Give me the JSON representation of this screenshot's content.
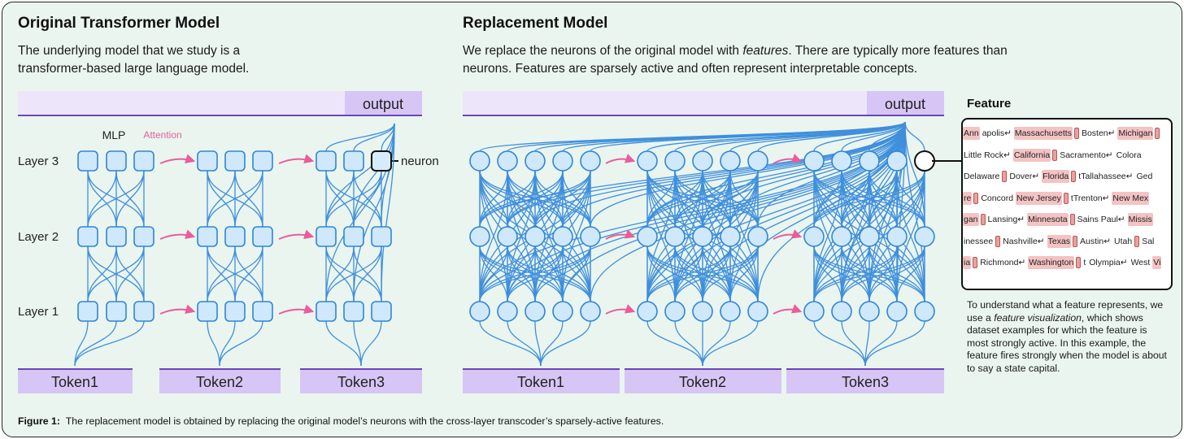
{
  "left": {
    "title": "Original Transformer Model",
    "description": "The underlying model that we study is a transformer-based large language model.",
    "output_label": "output",
    "mlp_label": "MLP",
    "attention_label": "Attention",
    "neuron_label": "neuron",
    "layers": [
      "Layer 3",
      "Layer 2",
      "Layer 1"
    ],
    "tokens": [
      "Token1",
      "Token2",
      "Token3"
    ]
  },
  "right": {
    "title": "Replacement Model",
    "description_part1": "We replace the neurons of the original model with ",
    "description_em": "features",
    "description_part2": ". There are typically more features than neurons. Features are sparsely active and often represent interpretable concepts.",
    "output_label": "output",
    "tokens": [
      "Token1",
      "Token2",
      "Token3"
    ]
  },
  "feature": {
    "title": "Feature",
    "rows": [
      [
        "Ann",
        "apolis↵",
        "Massachusetts",
        "|",
        "Bosten↵",
        "Michigan",
        "|"
      ],
      [
        "Little Rock↵",
        "California",
        "|",
        "Sacramento↵",
        "Colora"
      ],
      [
        "Delaware",
        "|",
        "Dover↵",
        "Florida",
        "|",
        "tTallahassee↵",
        "Ged"
      ],
      [
        "re",
        "|",
        "Concord",
        "New Jersey",
        "|",
        "tTrenton↵",
        "New Mex"
      ],
      [
        "gan",
        "|",
        "Lansing↵",
        "Minnesota",
        "|",
        "Sains Paul↵",
        "Missis"
      ],
      [
        "inessee",
        "|",
        "Nashville↵",
        "Texas",
        "|",
        "Austin↵",
        "Utah",
        "|",
        "Sal"
      ],
      [
        "ia",
        "|",
        "Richmond↵",
        "Washington",
        "|",
        "t",
        "Olympia↵",
        "West",
        "Vi"
      ]
    ],
    "highlighted": [
      [
        true,
        false,
        true,
        true,
        false,
        true,
        true
      ],
      [
        false,
        true,
        true,
        false,
        false
      ],
      [
        false,
        true,
        false,
        true,
        true,
        false,
        false
      ],
      [
        true,
        true,
        false,
        true,
        true,
        false,
        true
      ],
      [
        true,
        true,
        false,
        true,
        true,
        false,
        true
      ],
      [
        false,
        true,
        false,
        true,
        true,
        false,
        false,
        true,
        false
      ],
      [
        true,
        true,
        false,
        true,
        true,
        false,
        false,
        false,
        true
      ]
    ],
    "explanation_part1": "To understand what a feature represents, we use a ",
    "explanation_em": "feature visualization",
    "explanation_part2": ", which shows dataset examples for which the feature is most strongly active. In this example, the feature fires strongly when the model is about to say a state capital."
  },
  "caption": {
    "label": "Figure 1:",
    "text": "The replacement model is obtained by replacing the original model’s neurons with the cross-layer transcoder’s sparsely-active features."
  },
  "colors": {
    "node_fill": "#cfe8fb",
    "node_stroke": "#2f86d6",
    "edge": "#3f8fdc",
    "bar": "#ede6fb",
    "output_fill": "#d7c6f5",
    "bar_line": "#6b46b8",
    "token_fill": "#d7c6f5",
    "attention": "#ea5d9a",
    "highlight": "#f4c3c3"
  }
}
